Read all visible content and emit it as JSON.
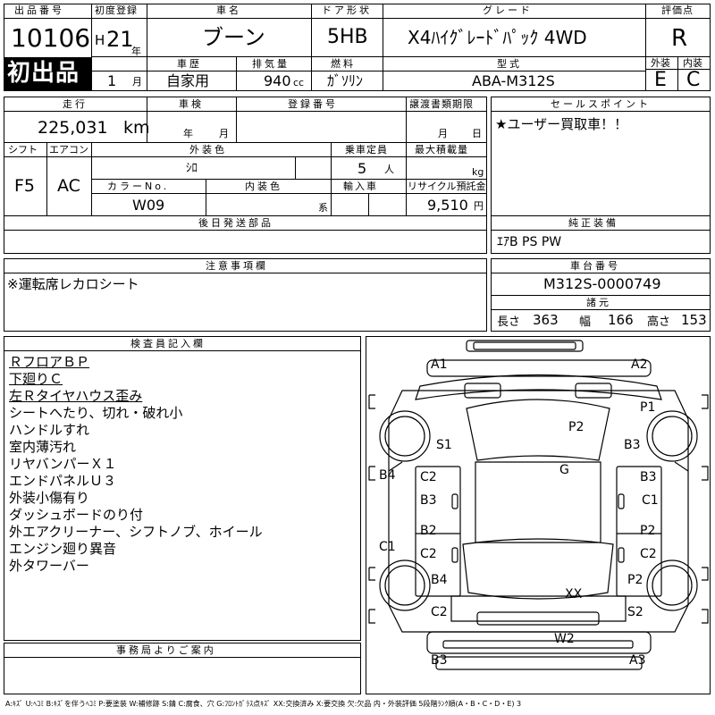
{
  "top": {
    "lot_header": "出品番号",
    "lot_number": "10106",
    "first_listing": "初出品",
    "reg_header": "初度登録",
    "reg_era": "H",
    "reg_year": "21",
    "year_unit": "年",
    "reg_month": "1",
    "month_unit": "月",
    "name_header": "車名",
    "car_name": "ブーン",
    "door_header": "ドア形状",
    "door": "5HB",
    "grade_header": "グレード",
    "grade": "X4ﾊｲｸﾞﾚｰﾄﾞﾊﾟｯｸ 4WD",
    "score_header": "評価点",
    "score": "R",
    "history_header": "車歴",
    "history": "自家用",
    "disp_header": "排気量",
    "displacement": "940",
    "disp_unit": "cc",
    "fuel_header": "燃料",
    "fuel": "ｶﾞｿﾘﾝ",
    "model_header": "型式",
    "model": "ABA-M312S",
    "ext_header": "外装",
    "ext_grade": "E",
    "int_header": "内装",
    "int_grade": "C"
  },
  "mid": {
    "mileage_header": "走行",
    "mileage": "225,031",
    "mileage_unit": "km",
    "inspection_header": "車検",
    "year_unit": "年",
    "month_unit": "月",
    "day_unit": "日",
    "regno_header": "登録番号",
    "transfer_header": "譲渡書類期限",
    "shift_header": "シフト",
    "shift": "F5",
    "ac_header": "エアコン",
    "ac": "AC",
    "color_header": "外装色",
    "color": "ｼﾛ",
    "capacity_header": "乗車定員",
    "capacity": "5",
    "capacity_unit": "人",
    "load_header": "最大積載量",
    "load_unit": "kg",
    "colorno_header": "カラーNo.",
    "color_no": "W09",
    "intcolor_header": "内装色",
    "intcolor_unit": "系",
    "import_header": "輸入車",
    "recycle_header": "リサイクル預託金",
    "recycle": "9,510",
    "recycle_unit": "円",
    "sales_header": "セールスポイント",
    "sales_point": "★ユーザー買取車！！",
    "later_header": "後日発送部品",
    "equip_header": "純正装備",
    "equipment": "ｴｱB PS PW"
  },
  "notes": {
    "caution_header": "注意事項欄",
    "caution": "※運転席レカロシート",
    "chassis_header": "車台番号",
    "chassis": "M312S-0000749",
    "dims_header": "諸元",
    "len_label": "長さ",
    "length": "363",
    "wid_label": "幅",
    "width": "166",
    "hgt_label": "高さ",
    "height": "153"
  },
  "inspector": {
    "header": "検査員記入欄",
    "lines": [
      "ＲフロアＢＰ",
      "下廻りＣ",
      "左Ｒタイヤハウス歪み",
      "シートへたり、切れ・破れ小",
      "ハンドルすれ",
      "室内薄汚れ",
      "リヤバンパーＸ１",
      "エンドパネルＵ３",
      "外装小傷有り",
      "ダッシュボードのり付",
      "外エアクリーナー、シフトノブ、ホイール",
      "エンジン廻り異音",
      "外タワーバー"
    ]
  },
  "office": {
    "header": "事務局よりご案内"
  },
  "car_marks": [
    "A1",
    "A2",
    "P1",
    "P2",
    "S1",
    "B3",
    "G",
    "B4",
    "C2",
    "B3",
    "C1",
    "B3",
    "C1",
    "B2",
    "P2",
    "C2",
    "C2",
    "B4",
    "P2",
    "XX",
    "C2",
    "S2",
    "W2",
    "B3",
    "A3"
  ],
  "legend": "A:ｷｽﾞ U:ﾍｺﾐ B:ｷｽﾞを伴うﾍｺﾐ P:要塗装 W:補修跡 S:錆 C:腐食、穴 G:ﾌﾛﾝﾄｶﾞﾗｽ点ｷｽﾞ XX:交換済み X:要交換 欠:欠品 内・外装評価 5段階ﾗﾝｸ順(A・B・C・D・E) 3"
}
